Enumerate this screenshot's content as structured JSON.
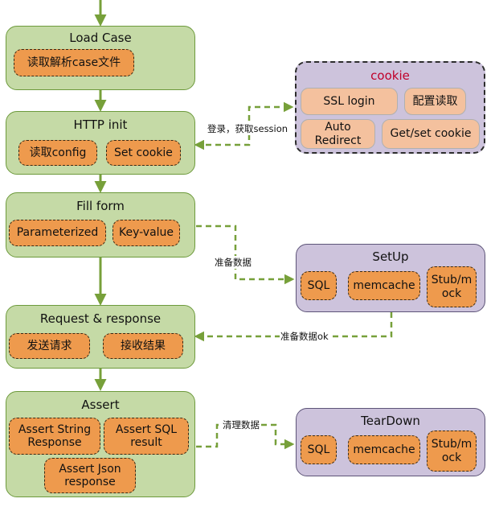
{
  "stages": {
    "load_case": {
      "title": "Load Case",
      "items": [
        "读取解析case文件"
      ]
    },
    "http_init": {
      "title": "HTTP init",
      "items": [
        "读取config",
        "Set cookie"
      ]
    },
    "fill_form": {
      "title": "Fill form",
      "items": [
        "Parameterized",
        "Key-value"
      ]
    },
    "request_response": {
      "title": "Request & response",
      "items": [
        "发送请求",
        "接收结果"
      ]
    },
    "assert": {
      "title": "Assert",
      "items": [
        "Assert String\nResponse",
        "Assert SQL\nresult",
        "Assert Json\nresponse"
      ]
    }
  },
  "cookie": {
    "title": "cookie",
    "items": [
      "SSL login",
      "配置读取",
      "Auto\nRedirect",
      "Get/set cookie"
    ]
  },
  "setup": {
    "title": "SetUp",
    "items": [
      "SQL",
      "memcache",
      "Stub/m\nock"
    ]
  },
  "teardown": {
    "title": "TearDown",
    "items": [
      "SQL",
      "memcache",
      "Stub/m\nock"
    ]
  },
  "edges": {
    "login_session": "登录，获取session",
    "prepare_data": "准备数据",
    "prepare_data_ok": "准备数据ok",
    "clean_data": "清理数据"
  },
  "colors": {
    "stage_fill": "#c5daa6",
    "stage_border": "#6d9a3c",
    "side_fill": "#cdc3dc",
    "item_fill": "#ee9a4d",
    "cookie_item_fill": "#f4c19e",
    "cookie_title": "#c0002a",
    "flow_arrow": "#77a03a"
  }
}
